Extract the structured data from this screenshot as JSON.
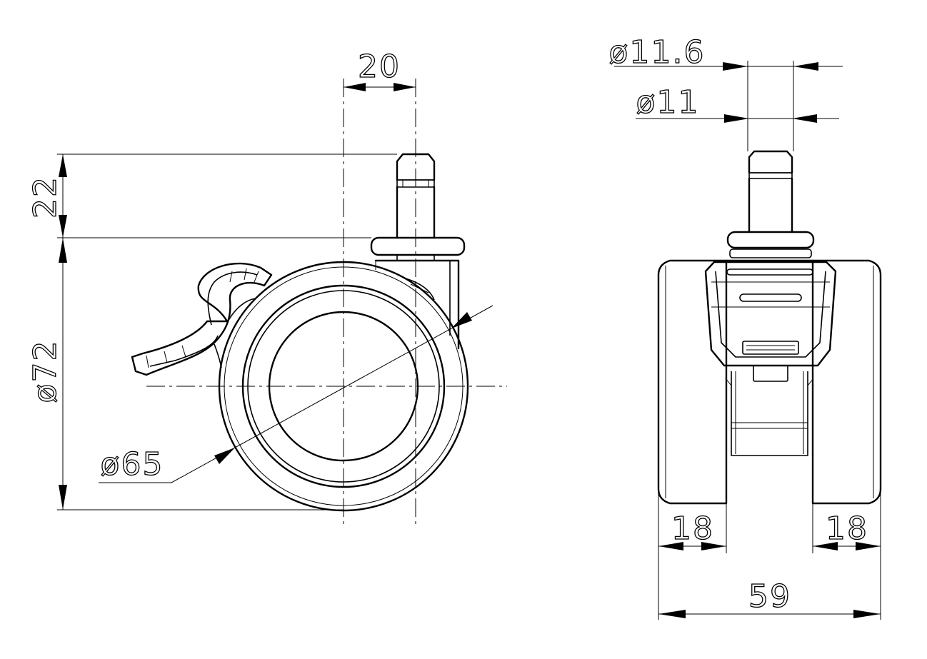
{
  "drawing": {
    "view_side": {
      "dims": {
        "stem_offset": "20",
        "stem_height": "22",
        "overall_dia": "ø72",
        "wheel_dia": "ø65"
      }
    },
    "view_front": {
      "dims": {
        "collar_dia": "ø11.6",
        "stem_dia": "ø11",
        "wheel_left_width": "18",
        "wheel_right_width": "18",
        "overall_width": "59"
      }
    }
  }
}
